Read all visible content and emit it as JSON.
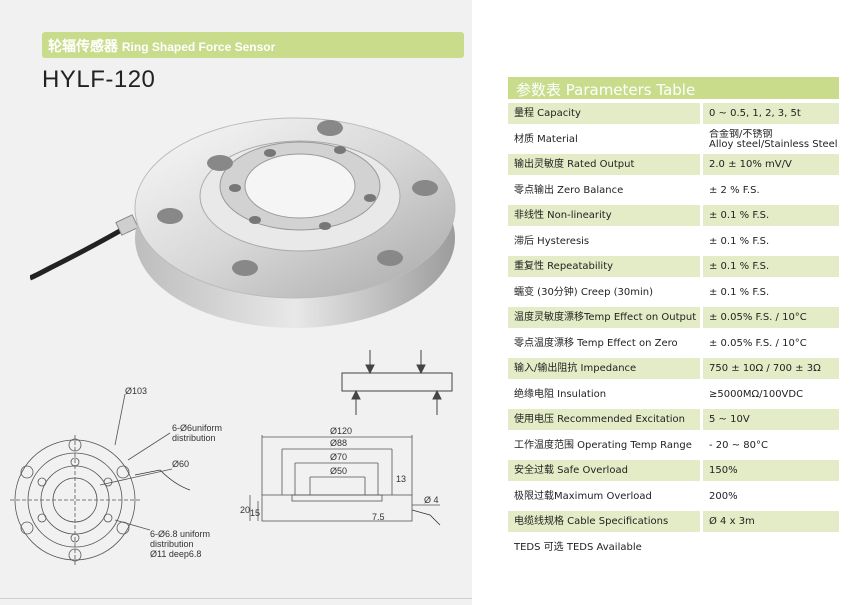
{
  "header": {
    "title_cn": "轮辐传感器",
    "title_en": "Ring Shaped Force Sensor",
    "model": "HYLF-120"
  },
  "drawing": {
    "top_view": {
      "od": "Ø103",
      "holes_outer": "6-Ø6uniform",
      "holes_outer_2": "distribution",
      "center": "Ø60",
      "holes_inner_1": "6-Ø6.8 uniform",
      "holes_inner_2": "distribution",
      "holes_inner_3": "Ø11 deep6.8"
    },
    "side_view": {
      "d1": "Ø120",
      "d2": "Ø88",
      "d3": "Ø70",
      "d4": "Ø50",
      "h_total": "20",
      "h_body": "15",
      "h_right": "13",
      "step": "7.5",
      "cable": "Ø 4"
    }
  },
  "params": {
    "header": "参数表  Parameters Table",
    "rows": [
      {
        "name": "量程 Capacity",
        "value": "0 ~ 0.5, 1, 2, 3, 5t"
      },
      {
        "name": "材质 Material",
        "value": "合金钢/不锈钢",
        "value2": "Alloy steel/Stainless Steel"
      },
      {
        "name": "输出灵敏度 Rated Output",
        "value": "2.0 ± 10% mV/V"
      },
      {
        "name": "零点输出 Zero Balance",
        "value": "± 2 % F.S."
      },
      {
        "name": "非线性 Non-linearity",
        "value": "± 0.1 % F.S."
      },
      {
        "name": "滞后 Hysteresis",
        "value": "± 0.1 % F.S."
      },
      {
        "name": "重复性 Repeatability",
        "value": "± 0.1 % F.S."
      },
      {
        "name": "蠕变 (30分钟) Creep (30min)",
        "value": "± 0.1 % F.S."
      },
      {
        "name": "温度灵敏度漂移Temp Effect on Output",
        "value": "± 0.05% F.S. / 10°C"
      },
      {
        "name": "零点温度漂移 Temp Effect on Zero",
        "value": "± 0.05% F.S. / 10°C"
      },
      {
        "name": "输入/输出阻抗 Impedance",
        "value": "750 ± 10Ω / 700 ± 3Ω"
      },
      {
        "name": "绝缘电阻  Insulation",
        "value": "≥5000MΩ/100VDC"
      },
      {
        "name": "使用电压 Recommended Excitation",
        "value": "5 ~ 10V"
      },
      {
        "name": "工作温度范围 Operating Temp  Range",
        "value": "- 20 ~ 80°C"
      },
      {
        "name": "安全过载 Safe Overload",
        "value": "150%"
      },
      {
        "name": "极限过载Maximum Overload",
        "value": "200%"
      },
      {
        "name": "电缆线规格 Cable Specifications",
        "value": "Ø 4 x 3m"
      },
      {
        "name": "TEDS 可选 TEDS Available",
        "value": ""
      }
    ]
  },
  "colors": {
    "accent": "#c8dc8c",
    "row_shade": "#e3ecc6"
  }
}
